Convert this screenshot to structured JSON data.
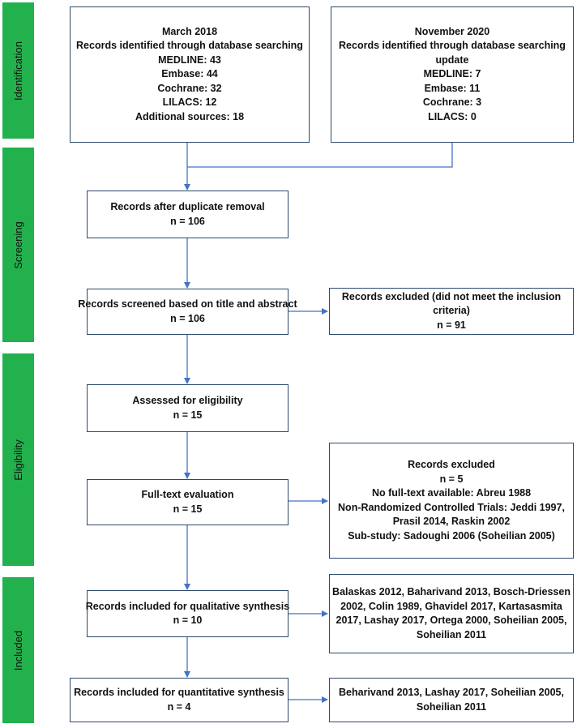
{
  "phases": {
    "identification": "Identification",
    "screening": "Screening",
    "eligibility": "Eligibility",
    "included": "Included"
  },
  "boxes": {
    "march2018": [
      "March 2018",
      "Records identified through database searching",
      "MEDLINE: 43",
      "Embase: 44",
      "Cochrane: 32",
      "LILACS: 12",
      "Additional sources: 18"
    ],
    "nov2020": [
      "November 2020",
      "Records identified through database searching",
      "update",
      "MEDLINE: 7",
      "Embase: 11",
      "Cochrane: 3",
      "LILACS: 0"
    ],
    "duplicates": [
      "Records after duplicate removal",
      "n = 106"
    ],
    "screened": [
      "Records screened based on title and abstract",
      "n = 106"
    ],
    "excluded_screen": [
      "Records excluded (did not meet the inclusion",
      "criteria)",
      "n = 91"
    ],
    "assessed": [
      "Assessed for eligibility",
      "n = 15"
    ],
    "fulltext": [
      "Full-text evaluation",
      "n = 15"
    ],
    "excluded_fulltext": [
      "Records excluded",
      "n = 5",
      "No full-text available: Abreu 1988",
      "Non-Randomized Controlled Trials: Jeddi 1997,",
      "Prasil 2014, Raskin 2002",
      "Sub-study: Sadoughi 2006 (Soheilian 2005)"
    ],
    "qualitative": [
      "Records included for qualitative synthesis",
      "n = 10"
    ],
    "qualitative_list": [
      "Balaskas 2012, Baharivand 2013, Bosch-Driessen",
      "2002, Colin 1989, Ghavidel 2017, Kartasasmita",
      "2017, Lashay 2017, Ortega 2000, Soheilian 2005,",
      "Soheilian 2011"
    ],
    "quantitative": [
      "Records included for quantitative synthesis",
      "n = 4"
    ],
    "quantitative_list": [
      "Beharivand 2013, Lashay 2017, Soheilian 2005,",
      "Soheilian 2011"
    ]
  }
}
